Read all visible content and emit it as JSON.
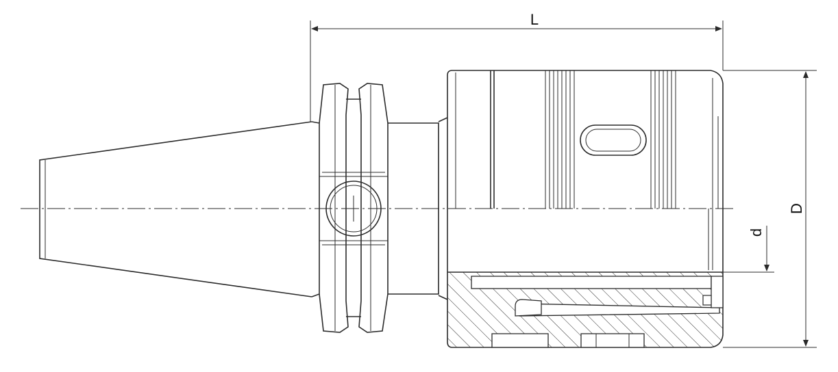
{
  "dimensions": {
    "length_label": "L",
    "outer_diameter_label": "D",
    "inner_diameter_label": "d"
  }
}
